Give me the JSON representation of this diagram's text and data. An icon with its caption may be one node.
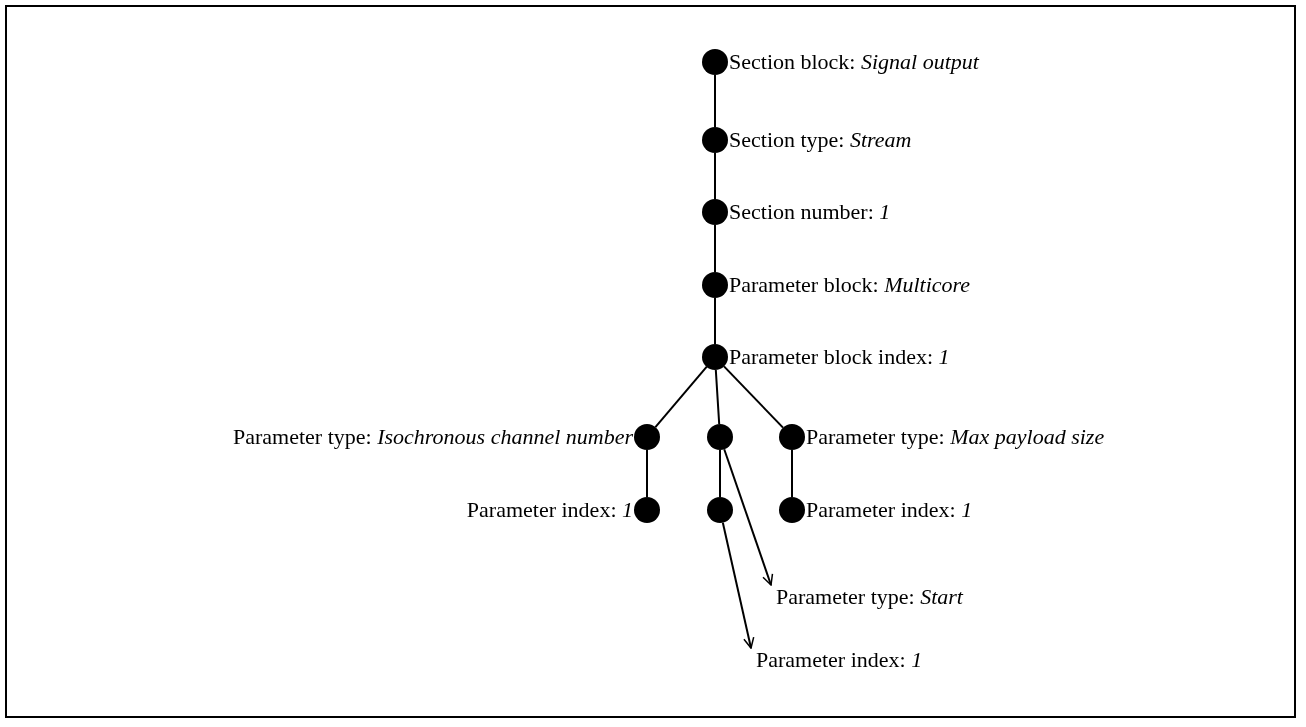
{
  "diagram": {
    "nodes": [
      {
        "text": [],
        "shape": "circle",
        "beside": [
          "Section block: *Signal output*"
        ]
      },
      {
        "text": [],
        "shape": "circle",
        "beside": [
          "Section type: *Stream*"
        ]
      },
      {
        "text": [],
        "shape": "circle",
        "beside": [
          "Section number: *1*"
        ]
      },
      {
        "text": [],
        "shape": "circle",
        "beside": [
          "Parameter block: *Multicore*"
        ]
      },
      {
        "text": [],
        "shape": "circle",
        "beside": [
          "Parameter block index: *1*"
        ]
      },
      {
        "text": [],
        "shape": "circle",
        "beside": [
          "Parameter type: *Isochronous channel number*"
        ]
      },
      {
        "text": [],
        "shape": "circle"
      },
      {
        "text": [],
        "shape": "circle",
        "beside": [
          "Parameter type: *Max payload size*"
        ]
      },
      {
        "text": [],
        "shape": "circle",
        "beside": [
          "Parameter index: *1*"
        ]
      },
      {
        "text": [],
        "shape": "circle"
      },
      {
        "text": [],
        "shape": "circle",
        "beside": [
          "Parameter index: *1*"
        ]
      },
      {
        "text": [
          "Parameter type: *Start*"
        ]
      },
      {
        "text": [
          "Parameter index: *1*"
        ]
      }
    ],
    "edges": [
      {
        "from": 0,
        "to": 1,
        "arrow": "none"
      },
      {
        "from": 1,
        "to": 2,
        "arrow": "none"
      },
      {
        "from": 2,
        "to": 3,
        "arrow": "none"
      },
      {
        "from": 3,
        "to": 4,
        "arrow": "none"
      },
      {
        "from": 4,
        "to": 5,
        "arrow": "none"
      },
      {
        "from": 4,
        "to": 6,
        "arrow": "none"
      },
      {
        "from": 4,
        "to": 7,
        "arrow": "none"
      },
      {
        "from": 5,
        "to": 8,
        "arrow": "none"
      },
      {
        "from": 6,
        "to": 9,
        "arrow": "none"
      },
      {
        "from": 7,
        "to": 10,
        "arrow": "none"
      },
      {
        "from": 6,
        "to": 11,
        "arrow": "to"
      },
      {
        "from": 9,
        "to": 12,
        "arrow": "to"
      }
    ]
  }
}
